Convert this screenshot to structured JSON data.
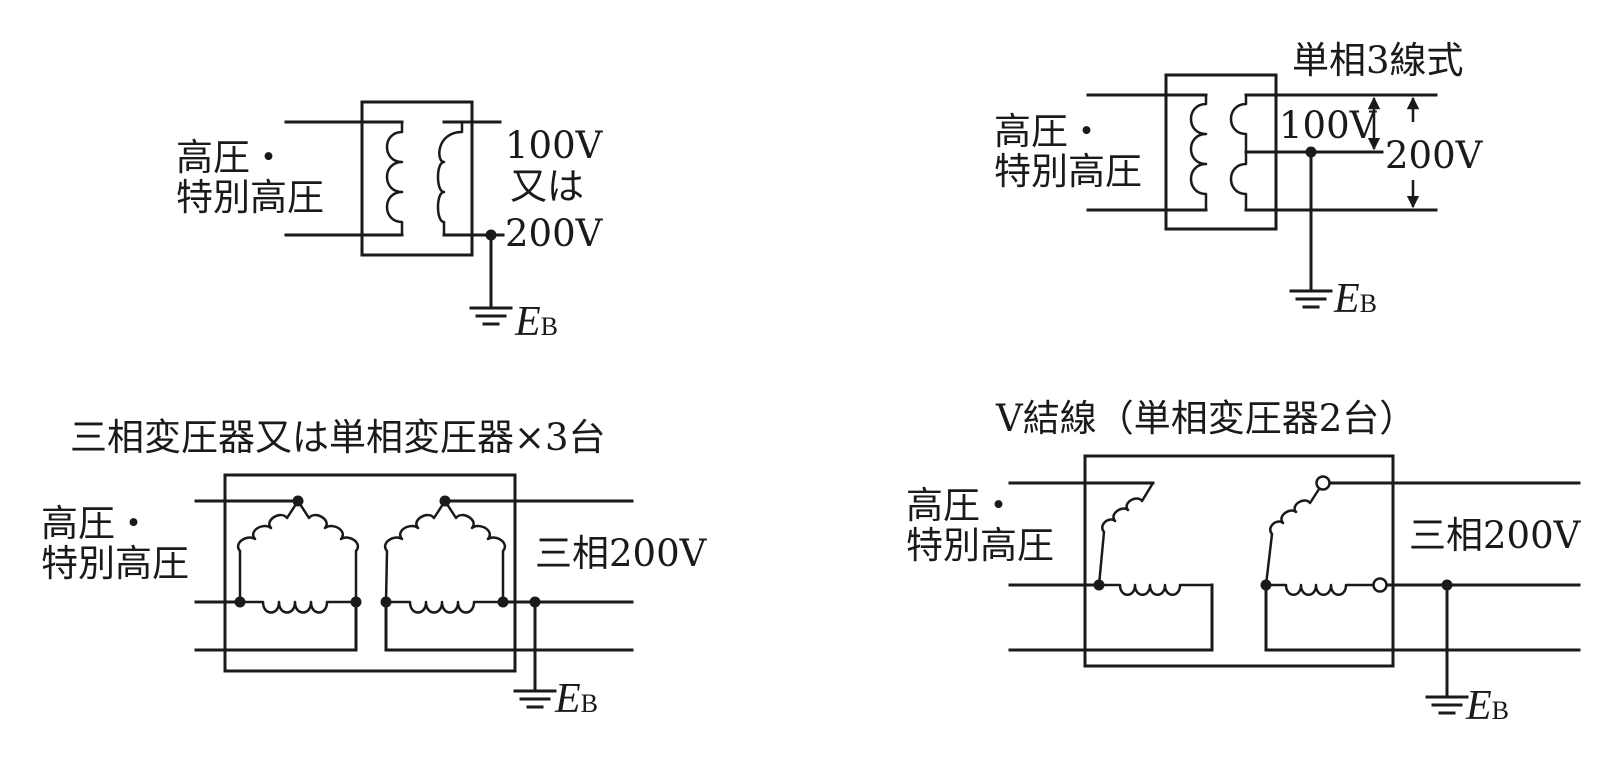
{
  "labels": {
    "hv_line1": "高圧・",
    "hv_line2": "特別高圧",
    "d1_v100": "100V",
    "d1_mata": "又は",
    "d1_v200": "200V",
    "d2_title": "単相3線式",
    "d2_v100": "100V",
    "d2_v200": "200V",
    "d3_title": "三相変圧器又は単相変圧器×3台",
    "d3_out": "三相200V",
    "d4_title": "V結線（単相変圧器2台）",
    "d4_out": "三相200V",
    "ground_main": "E",
    "ground_sub": "B"
  }
}
